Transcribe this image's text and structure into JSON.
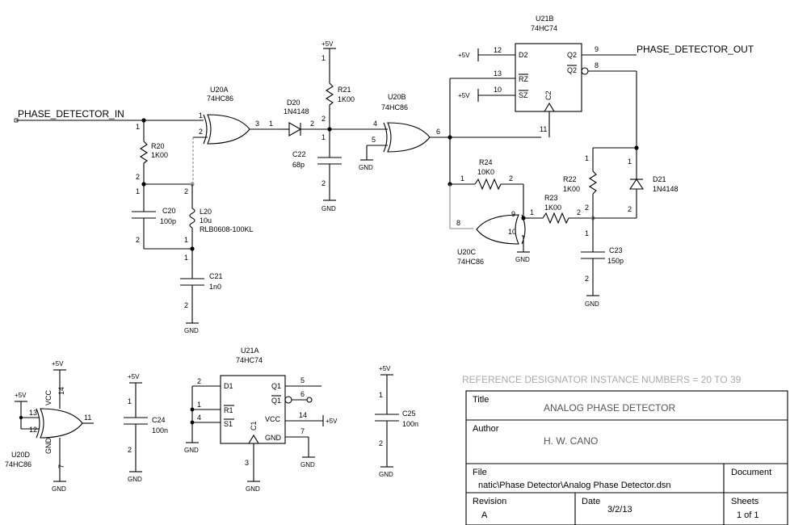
{
  "nets": {
    "input": "PHASE_DETECTOR_IN",
    "output": "PHASE_DETECTOR_OUT",
    "vcc": "+5V",
    "gnd": "GND"
  },
  "components": {
    "u20a": {
      "ref": "U20A",
      "value": "74HC86"
    },
    "u20b": {
      "ref": "U20B",
      "value": "74HC86"
    },
    "u20c": {
      "ref": "U20C",
      "value": "74HC86"
    },
    "u20d": {
      "ref": "U20D",
      "value": "74HC86"
    },
    "u21a": {
      "ref": "U21A",
      "value": "74HC74"
    },
    "u21b": {
      "ref": "U21B",
      "value": "74HC74"
    },
    "r20": {
      "ref": "R20",
      "value": "1K00"
    },
    "r21": {
      "ref": "R21",
      "value": "1K00"
    },
    "r22": {
      "ref": "R22",
      "value": "1K00"
    },
    "r23": {
      "ref": "R23",
      "value": "1K00"
    },
    "r24": {
      "ref": "R24",
      "value": "10K0"
    },
    "c20": {
      "ref": "C20",
      "value": "100p"
    },
    "c21": {
      "ref": "C21",
      "value": "1n0"
    },
    "c22": {
      "ref": "C22",
      "value": "68p"
    },
    "c23": {
      "ref": "C23",
      "value": "150p"
    },
    "c24": {
      "ref": "C24",
      "value": "100n"
    },
    "c25": {
      "ref": "C25",
      "value": "100n"
    },
    "d20": {
      "ref": "D20",
      "value": "1N4148"
    },
    "d21": {
      "ref": "D21",
      "value": "1N4148"
    },
    "l20": {
      "ref": "L20",
      "value": "10u",
      "part": "RLB0608-100KL"
    }
  },
  "ff_pins": {
    "d2": "D2",
    "rz": "RZ",
    "sz": "SZ",
    "c2": "C2",
    "q2": "Q2",
    "qbar2": "Q2",
    "d1": "D1",
    "r1": "R1",
    "s1": "S1",
    "c1": "C1",
    "q1": "Q1",
    "qbar1": "Q1",
    "vcc": "VCC",
    "gnd": "GND"
  },
  "pin_numbers": {
    "p1": "1",
    "p2": "2",
    "p3": "3",
    "p4": "4",
    "p5": "5",
    "p6": "6",
    "p7": "7",
    "p8": "8",
    "p9": "9",
    "p10": "10",
    "p11": "11",
    "p12": "12",
    "p13": "13",
    "p14": "14"
  },
  "header_note": "REFERENCE DESIGNATOR INSTANCE NUMBERS = 20 TO 39",
  "title_block": {
    "title_label": "Title",
    "title_value": "ANALOG PHASE DETECTOR",
    "author_label": "Author",
    "author_value": "H. W. CANO",
    "file_label": "File",
    "file_value": "natic\\Phase Detector\\Analog Phase Detector.dsn",
    "document_label": "Document",
    "revision_label": "Revision",
    "revision_value": "A",
    "date_label": "Date",
    "date_value": "3/2/13",
    "sheets_label": "Sheets",
    "sheets_value": "1 of 1"
  }
}
